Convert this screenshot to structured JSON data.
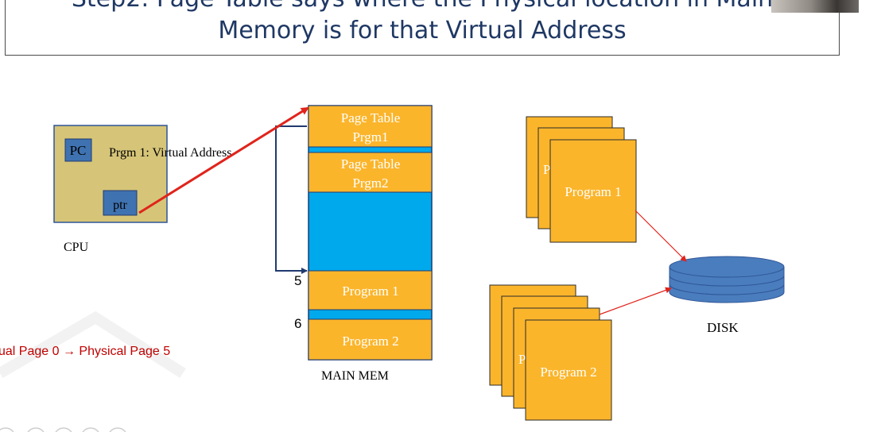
{
  "title": {
    "line1": "Step2: Page Table says where the Physical location in Main",
    "line2": "Memory is for that Virtual Address"
  },
  "cpu": {
    "pc_label": "PC",
    "prgm_label": "Prgm 1: Virtual Address",
    "ptr_label": "ptr",
    "caption": "CPU"
  },
  "main_mem": {
    "page_table_1_line1": "Page Table",
    "page_table_1_line2": "Prgm1",
    "page_table_2_line1": "Page Table",
    "page_table_2_line2": "Prgm2",
    "program_1": "Program 1",
    "program_2": "Program 2",
    "index_5": "5",
    "index_6": "6",
    "caption": "MAIN MEM"
  },
  "disk_programs": {
    "stack1_label": "Program 1",
    "stack2_label": "Program 2",
    "stack1_partial_letter": "P",
    "stack2_partial_letter": "P"
  },
  "disk": {
    "caption": "DISK"
  },
  "mapping_note": "ual Page 0 → Physical Page 5",
  "colors": {
    "title": "#1f3864",
    "cpu_fill": "#d6c578",
    "register_fill": "#3f72b0",
    "mem_blue": "#00a9ec",
    "mem_orange": "#fbb52b",
    "mem_border": "#203a70",
    "arrow_red": "#e0241c",
    "disk_fill": "#4a7dbd",
    "note_red": "#c00000"
  },
  "icons": {
    "arrow_glyph": "→"
  }
}
